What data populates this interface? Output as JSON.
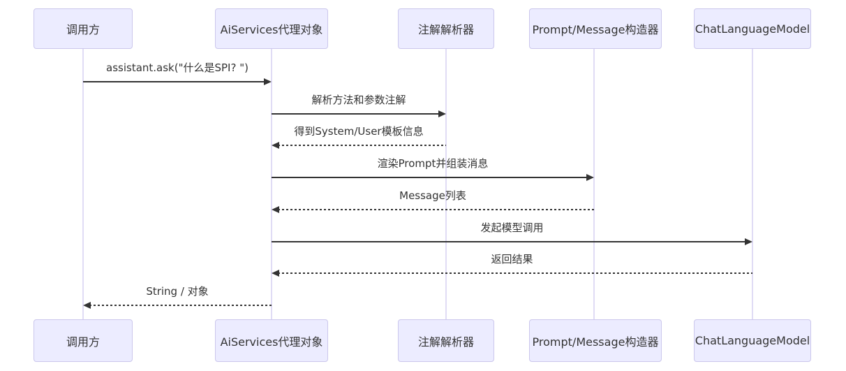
{
  "diagram": {
    "type": "sequence-diagram",
    "participants": [
      {
        "name": "调用方"
      },
      {
        "name": "AiServices代理对象"
      },
      {
        "name": "注解解析器"
      },
      {
        "name": "Prompt/Message构造器"
      },
      {
        "name": "ChatLanguageModel"
      }
    ],
    "messages": [
      {
        "from": "调用方",
        "to": "AiServices代理对象",
        "label": "assistant.ask(\"什么是SPI? \")",
        "style": "solid"
      },
      {
        "from": "AiServices代理对象",
        "to": "注解解析器",
        "label": "解析方法和参数注解",
        "style": "solid"
      },
      {
        "from": "注解解析器",
        "to": "AiServices代理对象",
        "label": "得到System/User模板信息",
        "style": "dotted"
      },
      {
        "from": "AiServices代理对象",
        "to": "Prompt/Message构造器",
        "label": "渲染Prompt并组装消息",
        "style": "solid"
      },
      {
        "from": "Prompt/Message构造器",
        "to": "AiServices代理对象",
        "label": "Message列表",
        "style": "dotted"
      },
      {
        "from": "AiServices代理对象",
        "to": "ChatLanguageModel",
        "label": "发起模型调用",
        "style": "solid"
      },
      {
        "from": "ChatLanguageModel",
        "to": "AiServices代理对象",
        "label": "返回结果",
        "style": "dotted"
      },
      {
        "from": "AiServices代理对象",
        "to": "调用方",
        "label": "String / 对象",
        "style": "dotted"
      }
    ],
    "colors": {
      "actor_fill": "#ECECFF",
      "actor_border": "#CBC7EC",
      "lifeline": "#E0DCF5",
      "arrow": "#333333",
      "text": "#333333",
      "background": "#FFFFFF"
    }
  }
}
